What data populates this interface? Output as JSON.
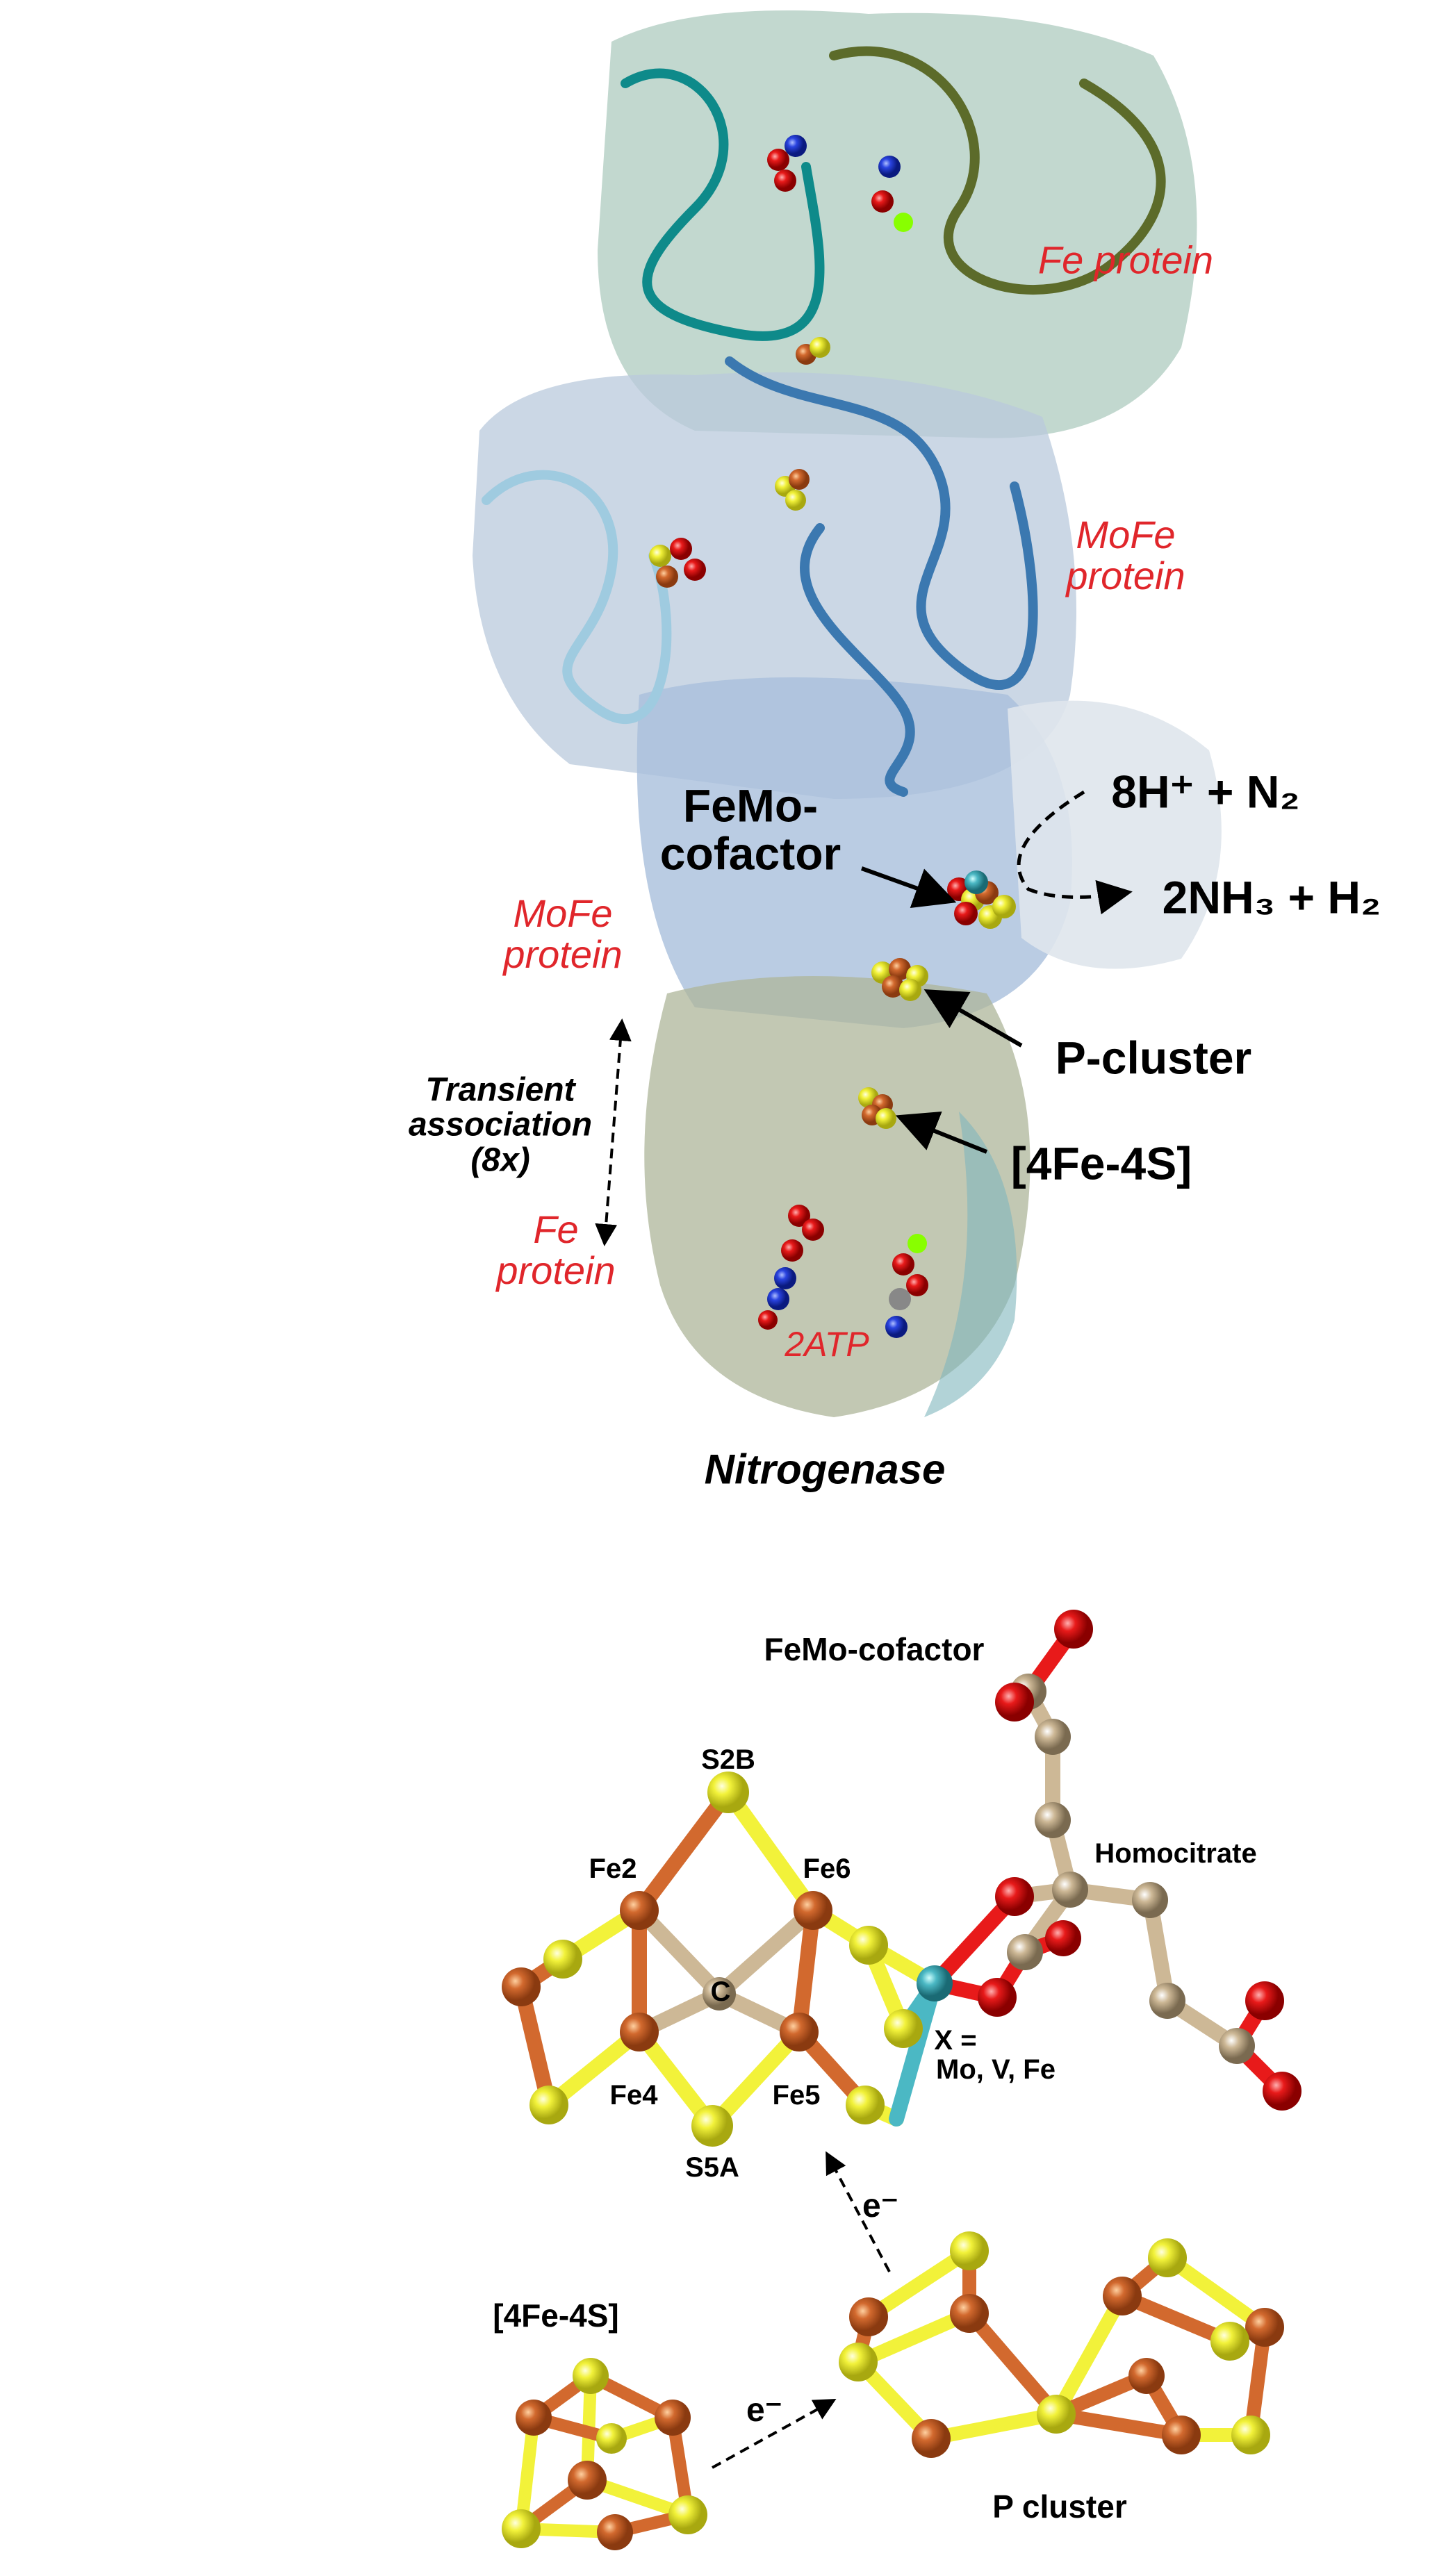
{
  "top_panel": {
    "fe_protein_top": "Fe protein",
    "mofe_protein_top": "MoFe protein",
    "reaction_substrates": "8H⁺ + N₂",
    "reaction_products": "2NH₃ + H₂",
    "femo_cofactor": "FeMo-cofactor",
    "mofe_protein_left": "MoFe protein",
    "p_cluster": "P-cluster",
    "transient_association": "Transient association (8x)",
    "fe4s4": "[4Fe-4S]",
    "fe_protein_left": "Fe protein",
    "atp": "2ATP",
    "caption": "Nitrogenase"
  },
  "bottom_panel": {
    "title": "FeMo-cofactor",
    "atoms": {
      "s2b": "S2B",
      "fe2": "Fe2",
      "fe6": "Fe6",
      "c": "C",
      "fe4": "Fe4",
      "fe5": "Fe5",
      "s5a": "S5A"
    },
    "homocitrate": "Homocitrate",
    "x_label": "X =",
    "x_values": "Mo, V, Fe",
    "electron_1": "e⁻",
    "electron_2": "e⁻",
    "fe4s4": "[4Fe-4S]",
    "p_cluster": "P cluster"
  },
  "colors": {
    "label_red": "#e0262b",
    "iron": "#d2692e",
    "sulfur": "#f2f23a",
    "oxygen": "#e81a1a",
    "carbon": "#cdb896",
    "metal_x": "#4bb8c4"
  }
}
